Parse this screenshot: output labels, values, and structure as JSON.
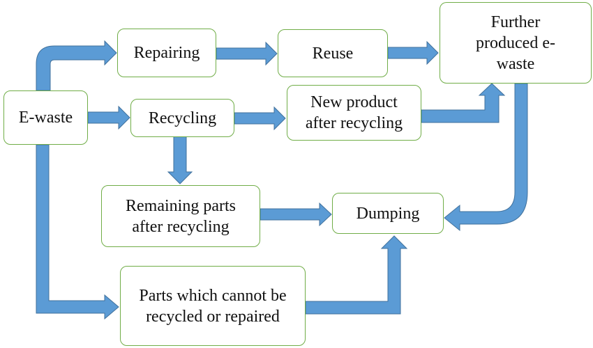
{
  "diagram": {
    "nodes": {
      "ewaste": "E-waste",
      "repairing": "Repairing",
      "reuse": "Reuse",
      "further_produced": "Further produced e-waste",
      "recycling": "Recycling",
      "new_product": "New product after recycling",
      "remaining_parts": "Remaining parts after recycling",
      "dumping": "Dumping",
      "parts_cannot": "Parts which cannot be recycled or repaired"
    },
    "colors": {
      "arrow_fill": "#5b9bd5",
      "arrow_stroke": "#41719c",
      "node_border": "#70ad47"
    }
  }
}
